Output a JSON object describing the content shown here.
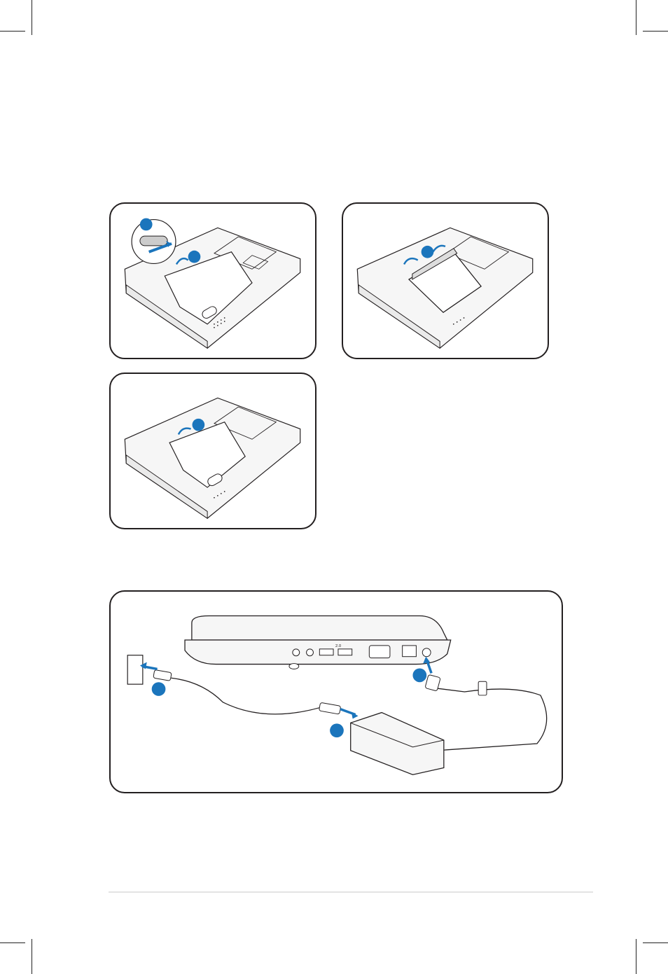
{
  "page": {
    "accent_color": "#1b75bc",
    "line_color": "#231f20",
    "device_fill": "#f6f6f6"
  },
  "figures": [
    {
      "id": "battery-unlock-remove",
      "step_markers": 2
    },
    {
      "id": "battery-release-latches",
      "step_markers": 1
    },
    {
      "id": "battery-insert",
      "step_markers": 1
    },
    {
      "id": "power-adapter-connection",
      "step_markers": 3
    }
  ],
  "ports": {
    "usb_version_label": "2.0"
  }
}
